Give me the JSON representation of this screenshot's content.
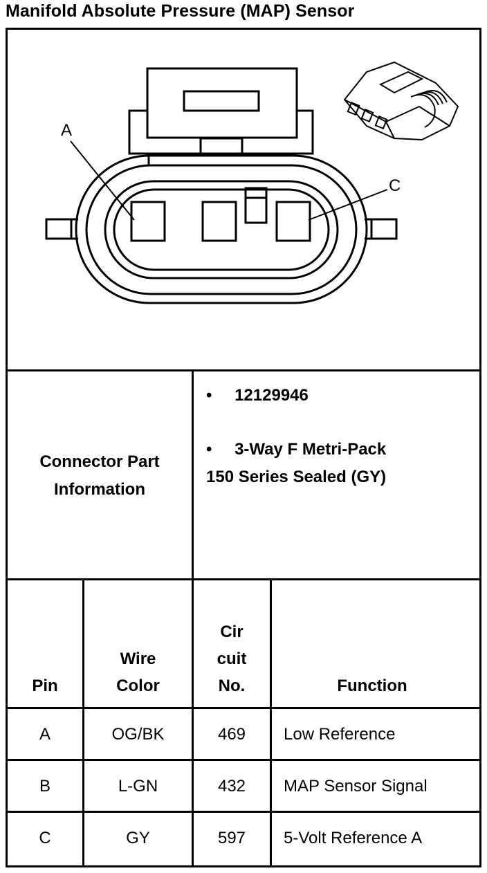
{
  "title": "Manifold Absolute Pressure (MAP) Sensor",
  "diagram": {
    "label_a": "A",
    "label_c": "C"
  },
  "connector_info": {
    "label_line1": "Connector Part",
    "label_line2": "Information",
    "bullet_char": "•",
    "part_number": "12129946",
    "description_line1": "3-Way F Metri-Pack",
    "description_line2": "150 Series Sealed (GY)"
  },
  "table": {
    "headers": {
      "pin": "Pin",
      "wire_color_line1": "Wire",
      "wire_color_line2": "Color",
      "circuit_line1": "Cir",
      "circuit_line2": "cuit",
      "circuit_line3": "No.",
      "function": "Function"
    },
    "rows": [
      {
        "pin": "A",
        "wire_color": "OG/BK",
        "circuit": "469",
        "function": "Low Reference"
      },
      {
        "pin": "B",
        "wire_color": "L-GN",
        "circuit": "432",
        "function": "MAP Sensor Signal"
      },
      {
        "pin": "C",
        "wire_color": "GY",
        "circuit": "597",
        "function": "5-Volt Reference A"
      }
    ]
  }
}
